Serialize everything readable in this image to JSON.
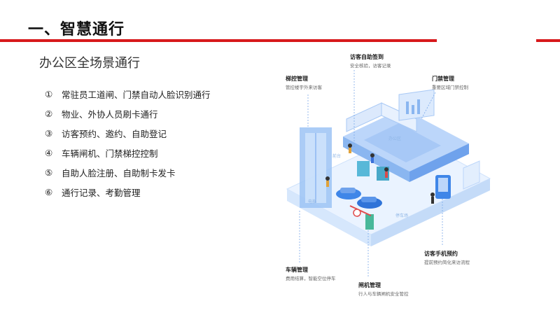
{
  "header": {
    "title": "一、智慧通行"
  },
  "section": {
    "subtitle": "办公区全场景通行"
  },
  "features": [
    {
      "num": "①",
      "text": "常驻员工道闸、门禁自动人脸识别通行"
    },
    {
      "num": "②",
      "text": "物业、外协人员刷卡通行"
    },
    {
      "num": "③",
      "text": "访客预约、邀约、自助登记"
    },
    {
      "num": "④",
      "text": "车辆闸机、门禁梯控控制"
    },
    {
      "num": "⑤",
      "text": "自助人脸注册、自助制卡发卡"
    },
    {
      "num": "⑥",
      "text": "通行记录、考勤管理"
    }
  ],
  "callouts": {
    "visitor_selfservice": {
      "title": "访客自助签到",
      "sub": "安全核验，访客记录"
    },
    "elevator": {
      "title": "梯控管理",
      "sub": "管控楼宇外来访客"
    },
    "access": {
      "title": "门禁管理",
      "sub": "重要区域门禁控制"
    },
    "visitor_mobile": {
      "title": "访客手机预约",
      "sub": "提前预约简化来访流程"
    },
    "vehicle": {
      "title": "车辆管理",
      "sub": "费用结算，智能空位停车"
    },
    "gate": {
      "title": "闸机管理",
      "sub": "行人与车辆闸机安全管控"
    }
  },
  "scene_labels": {
    "lift": "电梯",
    "parking": "停车场",
    "office": "办公区",
    "front": "前台"
  },
  "colors": {
    "accent": "#d7191c",
    "scene_blue": "#3f86e8",
    "scene_light": "#cfe2fb"
  }
}
